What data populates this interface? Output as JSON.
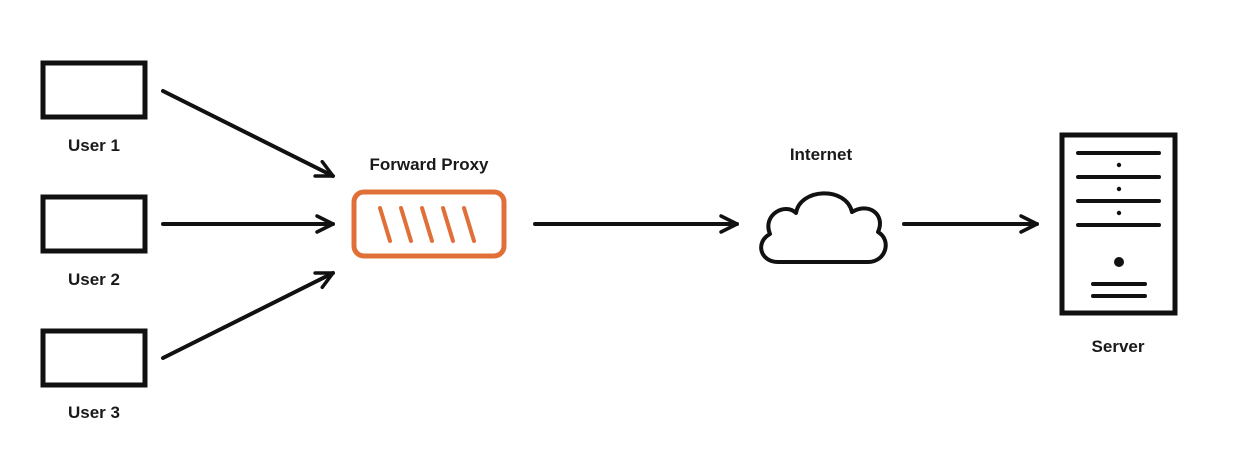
{
  "colors": {
    "stroke": "#111111",
    "proxy_accent": "#e07038",
    "background": "#ffffff"
  },
  "nodes": {
    "users": [
      {
        "label": "User 1",
        "icon": "monitor-icon"
      },
      {
        "label": "User 2",
        "icon": "monitor-icon"
      },
      {
        "label": "User 3",
        "icon": "monitor-icon"
      }
    ],
    "proxy": {
      "label": "Forward Proxy",
      "icon": "proxy-firewall-icon"
    },
    "internet": {
      "label": "Internet",
      "icon": "cloud-icon"
    },
    "server": {
      "label": "Server",
      "icon": "server-tower-icon"
    }
  },
  "edges": [
    {
      "from": "User 1",
      "to": "Forward Proxy"
    },
    {
      "from": "User 2",
      "to": "Forward Proxy"
    },
    {
      "from": "User 3",
      "to": "Forward Proxy"
    },
    {
      "from": "Forward Proxy",
      "to": "Internet"
    },
    {
      "from": "Internet",
      "to": "Server"
    }
  ]
}
